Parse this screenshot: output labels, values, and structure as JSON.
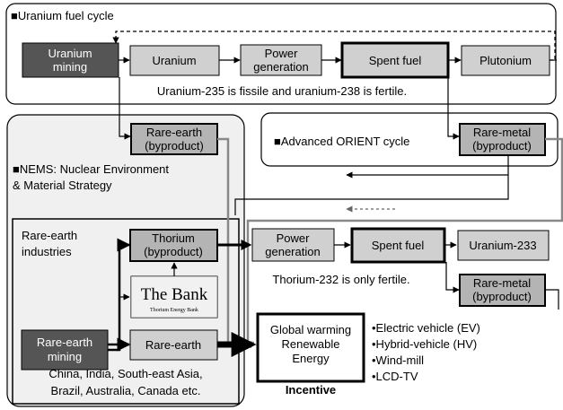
{
  "uranium_cycle": {
    "title": "■Uranium fuel cycle",
    "uranium_mining": [
      "Uranium",
      "mining"
    ],
    "uranium": "Uranium",
    "power_generation": [
      "Power",
      "generation"
    ],
    "spent_fuel": "Spent fuel",
    "plutonium": "Plutonium",
    "note": "Uranium-235 is fissile and uranium-238 is fertile."
  },
  "nems": {
    "title": [
      "■NEMS: Nuclear Environment",
      "& Material Strategy"
    ],
    "rare_earth_byproduct": [
      "Rare-earth",
      "(byproduct)"
    ]
  },
  "orient": {
    "title": "■Advanced ORIENT cycle",
    "rare_metal_byproduct": [
      "Rare-metal",
      "(byproduct)"
    ]
  },
  "thorium_cycle": {
    "industries_label": [
      "Rare-earth",
      "industries"
    ],
    "thorium_byproduct": [
      "Thorium",
      "(byproduct)"
    ],
    "bank_title": "The Bank",
    "bank_subtitle": "Thorium Energy Bank",
    "rare_earth_mining": [
      "Rare-earth",
      "mining"
    ],
    "rare_earth": "Rare-earth",
    "countries": [
      "China, India, South-east Asia,",
      "Brazil, Australia, Canada etc."
    ],
    "power_generation": [
      "Power",
      "generation"
    ],
    "spent_fuel": "Spent fuel",
    "uranium_233": "Uranium-233",
    "rare_metal_byproduct": [
      "Rare-metal",
      "(byproduct)"
    ],
    "note": "Thorium-232 is only fertile."
  },
  "incentive": {
    "box": [
      "Global warming",
      "Renewable",
      "Energy"
    ],
    "label": "Incentive",
    "bullets": [
      "•Electric vehicle (EV)",
      "•Hybrid-vehicle (HV)",
      "•Wind-mill",
      "•LCD-TV"
    ]
  }
}
